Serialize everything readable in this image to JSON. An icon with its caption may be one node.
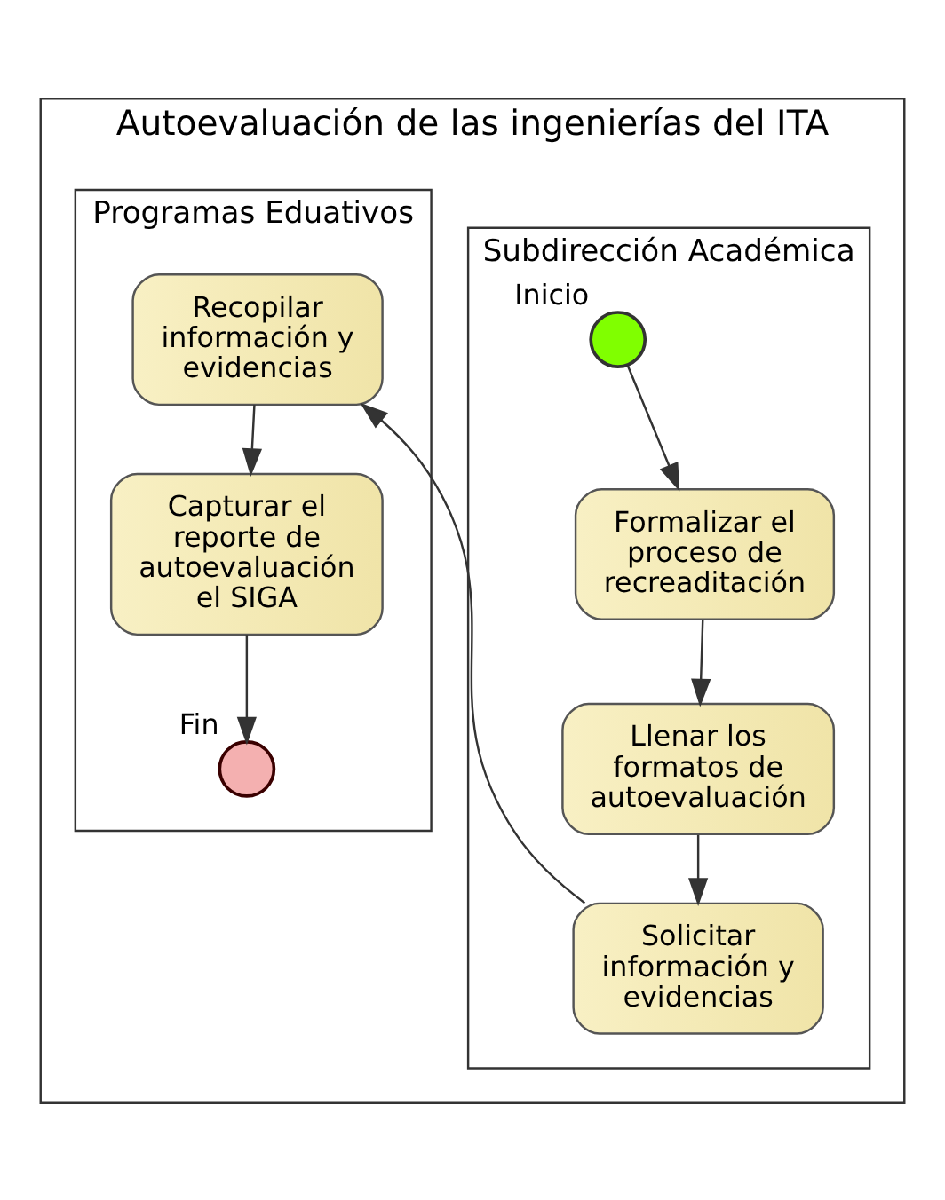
{
  "diagram": {
    "nodes": [
      {
        "text": [
          "Autoevaluación de las ingenierías del ITA"
        ]
      },
      {
        "text": [
          "Subdirección Académica"
        ],
        "in": 0
      },
      {
        "text": [
          "Programas Eduativos"
        ],
        "in": 0
      },
      {
        "text": [],
        "shape": "circle",
        "beside": [
          "Inicio"
        ],
        "in": 1
      },
      {
        "text": [
          "Formalizar el proceso de recreaditación"
        ],
        "in": 1
      },
      {
        "text": [
          "Llenar los formatos de autoevaluación"
        ],
        "in": 1
      },
      {
        "text": [
          "Solicitar información y evidencias"
        ],
        "in": 1
      },
      {
        "text": [
          "Recopilar información y evidencias"
        ],
        "in": 2
      },
      {
        "text": [
          "Capturar el reporte de autoevaluación el SIGA"
        ],
        "in": 2
      },
      {
        "text": [],
        "shape": "circle",
        "beside": [
          "Fin"
        ],
        "in": 2
      }
    ],
    "edges": [
      {
        "from": 3,
        "to": 4,
        "arrow": "to"
      },
      {
        "from": 4,
        "to": 5,
        "arrow": "to"
      },
      {
        "from": 5,
        "to": 6,
        "arrow": "to"
      },
      {
        "from": 6,
        "to": 7,
        "arrow": "to"
      },
      {
        "from": 7,
        "to": 8,
        "arrow": "to"
      },
      {
        "from": 8,
        "to": 9,
        "arrow": "to"
      }
    ]
  }
}
